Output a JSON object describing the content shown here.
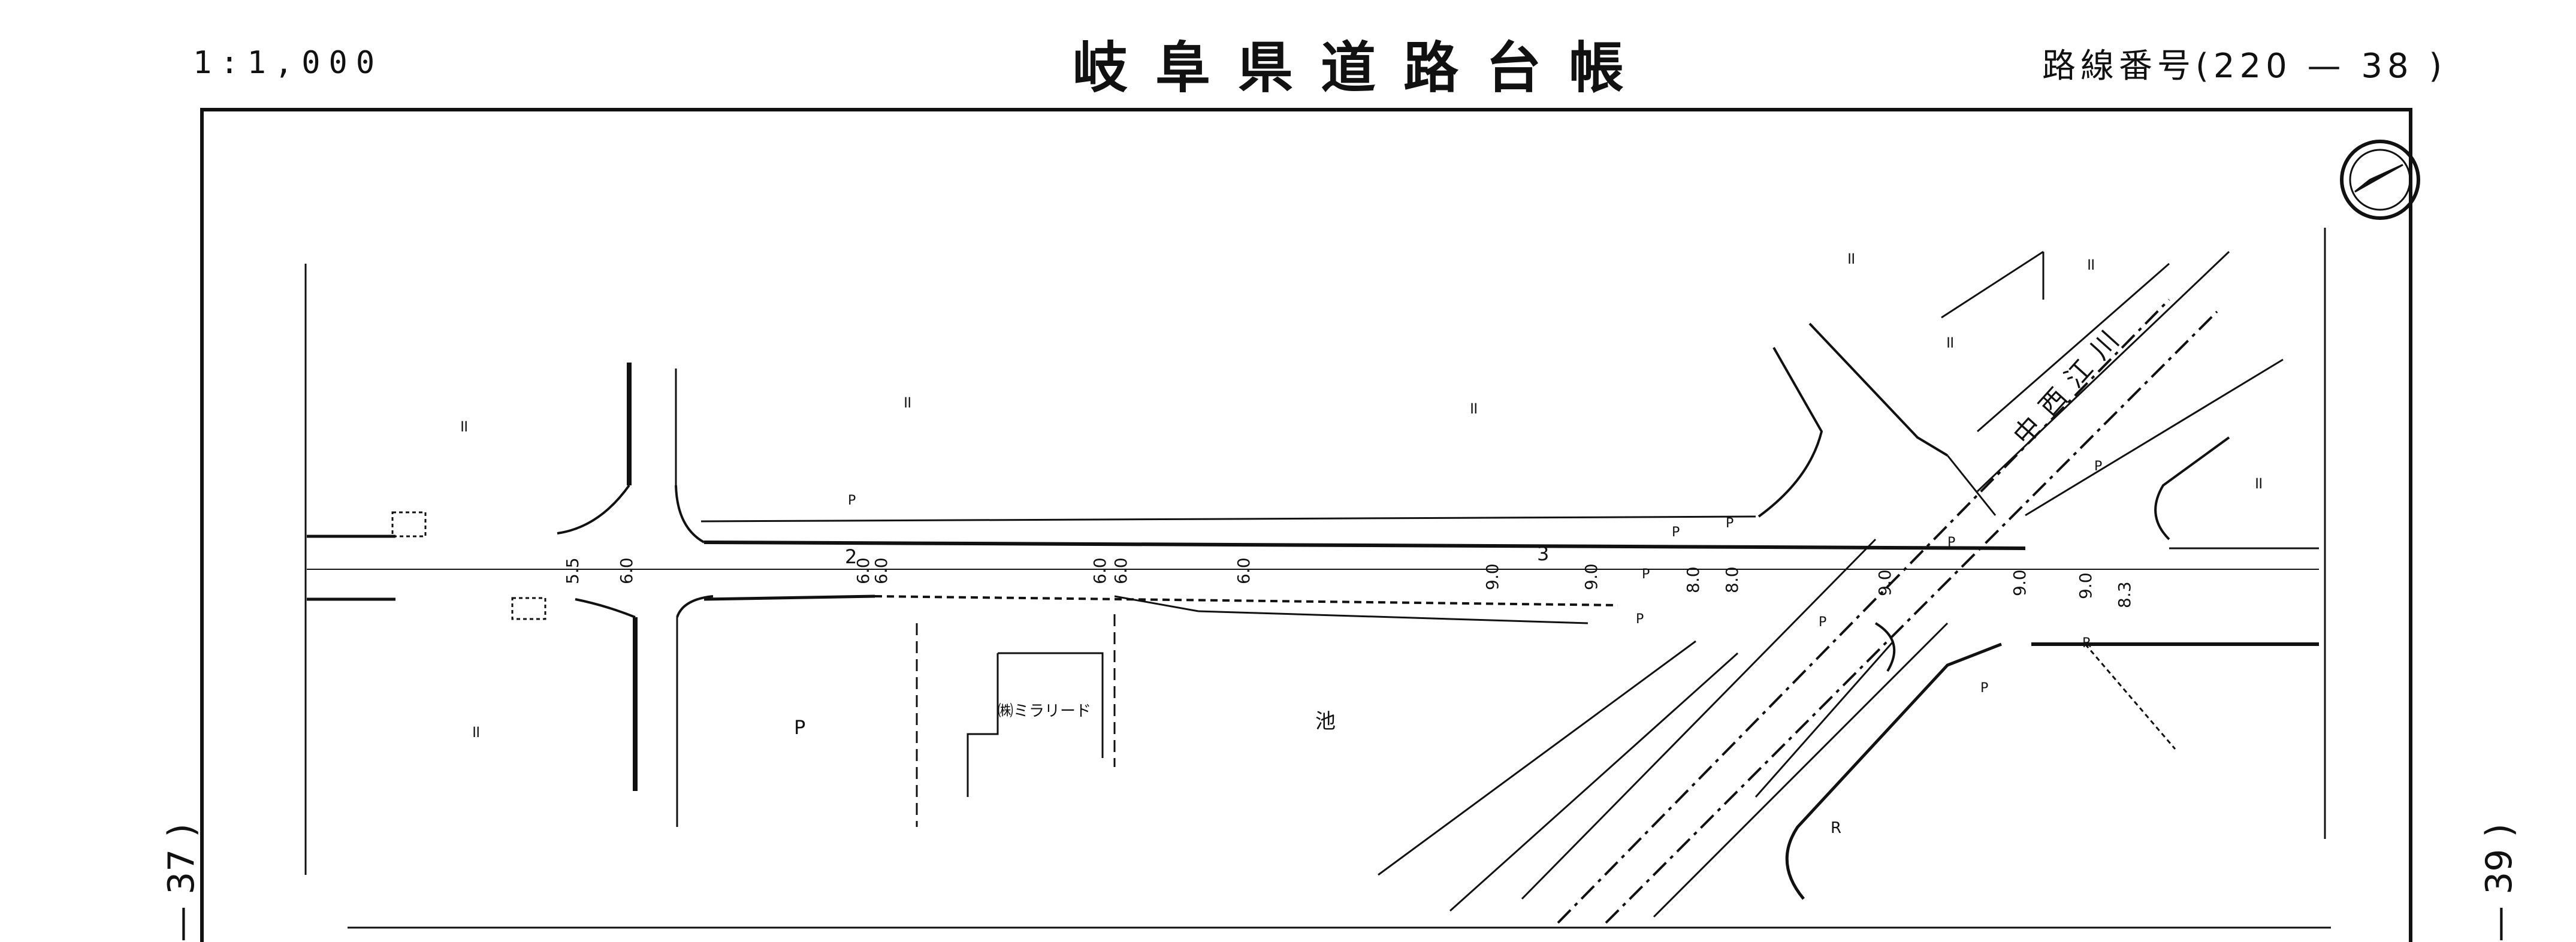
{
  "header": {
    "scale": "1:1,000",
    "title": "岐阜県道路台帳",
    "route_number": "路線番号(220 — 38 )"
  },
  "sheet_refs": {
    "left": "— 37 )",
    "right": "— 39 )"
  },
  "map_labels": {
    "paddy_1": "॥",
    "paddy_2": "॥",
    "paddy_3": "॥",
    "paddy_4": "॥",
    "paddy_5": "॥",
    "paddy_6": "॥",
    "paddy_7": "॥",
    "paddy_8": "॥",
    "parking_1": "P",
    "parking_2": "P",
    "parking_3": "P",
    "parking_4": "P",
    "parking_5": "P",
    "parking_6": "P",
    "parking_7": "P",
    "parking_8": "P",
    "parking_9": "P",
    "parking_10": "P",
    "pond": "池",
    "company": "㈱ミラリード",
    "river": "中西江川",
    "station_2": "2",
    "station_3": "3",
    "rail_1": "R",
    "rail_2": "R",
    "width_5_5": "5.5",
    "width_6_0_a": "6.0",
    "width_6_0_b": "6.0",
    "width_6_0_c": "6.0",
    "width_6_0_d": "6.0",
    "width_6_0_e": "6.0",
    "width_6_0_f": "6.0",
    "width_9_0_a": "9.0",
    "width_9_0_b": "9.0",
    "width_8_0_a": "8.0",
    "width_8_0_b": "8.0",
    "width_9_0_c": "9.0",
    "width_9_0_d": "9.0",
    "width_9_0_e": "9.0",
    "width_8_3": "8.3"
  },
  "colors": {
    "ink": "#111111",
    "paper": "#ffffff"
  },
  "icons": {
    "north_arrow": "north-arrow-icon"
  }
}
